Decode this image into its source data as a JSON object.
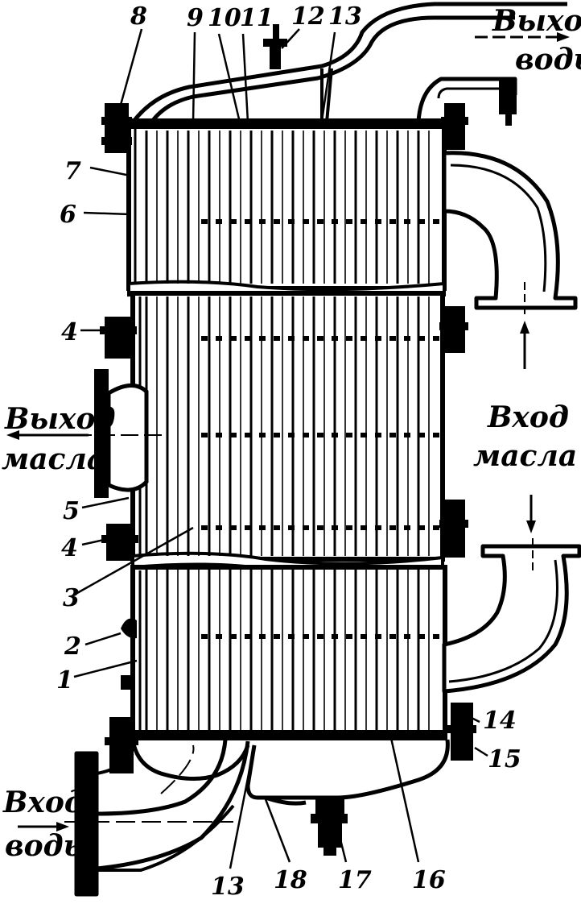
{
  "flow_labels": {
    "water_out": [
      "Выход",
      "воды"
    ],
    "oil_out": [
      "Выход",
      "масла"
    ],
    "oil_in": [
      "Вход",
      "масла"
    ],
    "water_in": [
      "Вход",
      "воды"
    ]
  },
  "part_numbers": {
    "p1": "1",
    "p2": "2",
    "p3": "3",
    "p4a": "4",
    "p4b": "4",
    "p5": "5",
    "p6": "6",
    "p7": "7",
    "p8": "8",
    "p9": "9",
    "p10": "10",
    "p11": "11",
    "p12": "12",
    "p13a": "13",
    "p13b": "13",
    "p14": "14",
    "p15": "15",
    "p16": "16",
    "p17": "17",
    "p18": "18"
  }
}
